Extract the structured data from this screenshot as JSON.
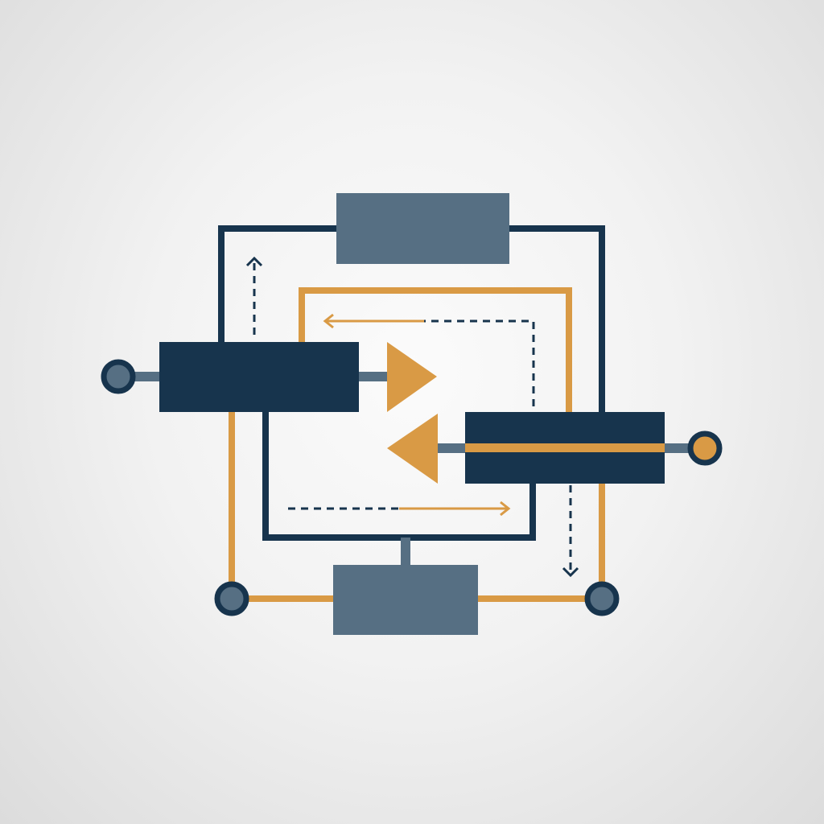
{
  "diagram": {
    "type": "block-diagram",
    "colors": {
      "navy": "#17344d",
      "slate": "#566f83",
      "amber": "#d99a45",
      "background": "#f1f1f1"
    },
    "nodes": [
      {
        "id": "top-block",
        "shape": "rectangle",
        "color": "slate"
      },
      {
        "id": "bottom-block",
        "shape": "rectangle",
        "color": "slate"
      },
      {
        "id": "left-block",
        "shape": "rectangle",
        "color": "navy"
      },
      {
        "id": "right-block",
        "shape": "rectangle",
        "color": "navy",
        "stripe": "amber"
      },
      {
        "id": "forward-amplifier",
        "shape": "triangle",
        "direction": "right",
        "color": "amber"
      },
      {
        "id": "reverse-amplifier",
        "shape": "triangle",
        "direction": "left",
        "color": "amber"
      },
      {
        "id": "left-terminal",
        "shape": "circle",
        "color": "slate"
      },
      {
        "id": "right-terminal",
        "shape": "circle",
        "color": "amber"
      },
      {
        "id": "bottom-left-terminal",
        "shape": "circle",
        "color": "slate"
      },
      {
        "id": "bottom-right-terminal",
        "shape": "circle",
        "color": "slate"
      }
    ],
    "connections": [
      {
        "id": "outer-navy-loop",
        "color": "navy"
      },
      {
        "id": "inner-amber-loop",
        "color": "amber"
      },
      {
        "id": "lower-navy-loop",
        "color": "navy"
      },
      {
        "id": "lower-amber-loop",
        "color": "amber"
      }
    ],
    "flow_arrows": [
      {
        "id": "up-dashed-arrow",
        "direction": "up",
        "style": "dashed",
        "color": "navy"
      },
      {
        "id": "left-feedback-arrow",
        "direction": "left",
        "style": "dashed",
        "color": "amber"
      },
      {
        "id": "right-feedforward-arrow",
        "direction": "right",
        "style": "dashed",
        "color": "amber"
      },
      {
        "id": "down-dashed-arrow",
        "direction": "down",
        "style": "dashed",
        "color": "navy"
      }
    ],
    "icons": [
      "triangle-right-icon",
      "triangle-left-icon",
      "arrow-up-icon",
      "arrow-left-icon",
      "arrow-right-icon",
      "arrow-down-icon"
    ]
  }
}
